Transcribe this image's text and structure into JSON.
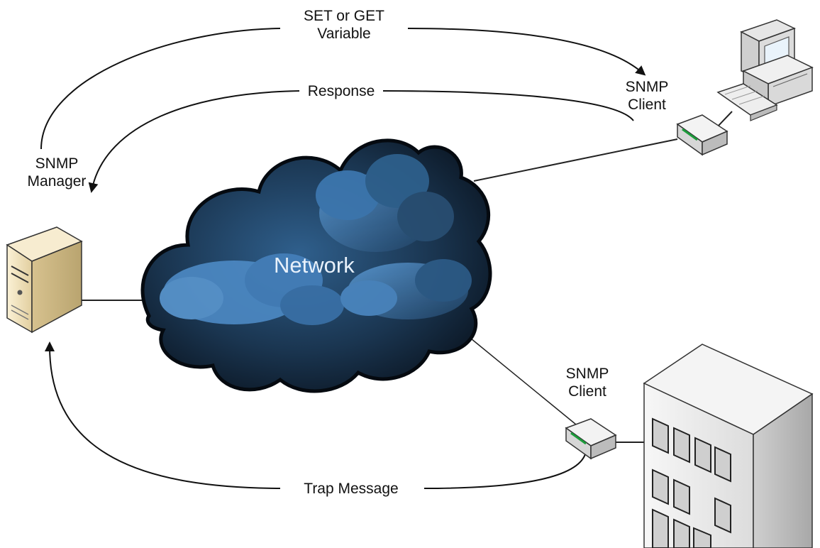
{
  "labels": {
    "set_get_line1": "SET or GET",
    "set_get_line2": "Variable",
    "response": "Response",
    "manager_line1": "SNMP",
    "manager_line2": "Manager",
    "client_top_line1": "SNMP",
    "client_top_line2": "Client",
    "client_bottom_line1": "SNMP",
    "client_bottom_line2": "Client",
    "network": "Network",
    "trap_message": "Trap Message"
  },
  "icons": {
    "manager": "server-icon",
    "workstation": "desktop-computer-icon",
    "client_device_top": "network-device-icon",
    "client_device_bottom": "network-device-icon",
    "building": "building-icon",
    "network": "cloud-icon"
  },
  "colors": {
    "cloud_dark": "#0d1b2a",
    "cloud_light": "#4a86c0",
    "server_body": "#f1e3bf",
    "building_body": "#eeeeee",
    "line": "#222222"
  }
}
